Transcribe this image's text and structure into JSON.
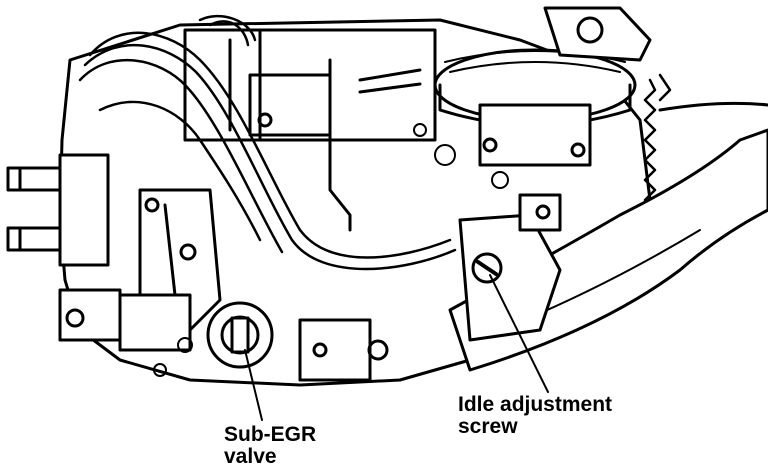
{
  "figure": {
    "colors": {
      "ink": "#000000",
      "paper": "#ffffff"
    }
  },
  "callouts": {
    "sub_egr_valve": {
      "line1": "Sub-EGR",
      "line2": "valve"
    },
    "idle_adjustment_screw": {
      "line1": "Idle adjustment",
      "line2": "screw"
    }
  }
}
